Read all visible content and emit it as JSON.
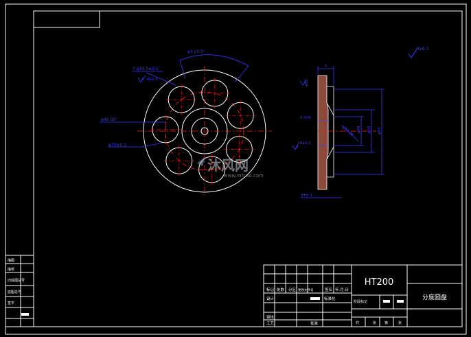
{
  "front_view": {
    "dim_top_angle": "φ3 20.5°",
    "dim_holes": "7-φ24.5±0.1",
    "roughness_holes": "Ra1.6",
    "dim_circle": "φ48 50°",
    "dim_bore": "φ70±0.1"
  },
  "side_view": {
    "dim_top_width": "5",
    "dim_left_top": "φ88",
    "dim_mid_1": "0.004",
    "dim_mid_2": "Ra3.2",
    "dim_slant": "φ32 28",
    "dim_inner_1": "φ48",
    "dim_inner_2": "φ58",
    "dim_outer": "φ60",
    "dim_bottom": "3±0.1"
  },
  "roughness_global": "Ra6.3",
  "watermark": {
    "brand": "沐风网",
    "url": "www.mfcad.com"
  },
  "title_block": {
    "material": "HT200",
    "part_name": "分度圆盘",
    "row_labels": [
      "标记",
      "处数",
      "分区",
      "更改文件号",
      "签名",
      "年.月.日"
    ],
    "design_label": "设计",
    "std_label": "标准化",
    "stage_label": "阶段标记",
    "review_label": "审核",
    "process_label": "工艺",
    "approve_label": "批准",
    "sheet_labels": [
      "共",
      "张",
      "第",
      "张"
    ]
  },
  "left_strip": {
    "labels": [
      "描图",
      "描校",
      "旧底图总号",
      "底图总号",
      "签字"
    ]
  }
}
